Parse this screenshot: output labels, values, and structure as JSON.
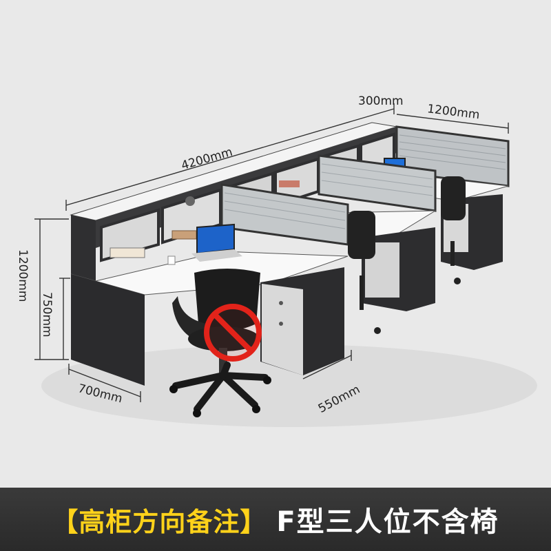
{
  "dimensions": {
    "total_length": "4200mm",
    "shelf_depth": "300mm",
    "desk_width": "1200mm",
    "height_total": "1200mm",
    "height_desk": "750mm",
    "desk_depth": "700mm",
    "cabinet_depth": "550mm"
  },
  "banner": {
    "note": "【高柜方向备注】",
    "title": "F型三人位不含椅"
  },
  "colors": {
    "banner_bg": "#2e2e2e",
    "note_text": "#ffd21a",
    "title_text": "#ffffff",
    "cabinet_dark": "#2c2c2e",
    "desktop_white": "#f6f6f6",
    "no_sign_red": "#e2231a"
  },
  "icons": [
    "no-chair-included-icon"
  ]
}
